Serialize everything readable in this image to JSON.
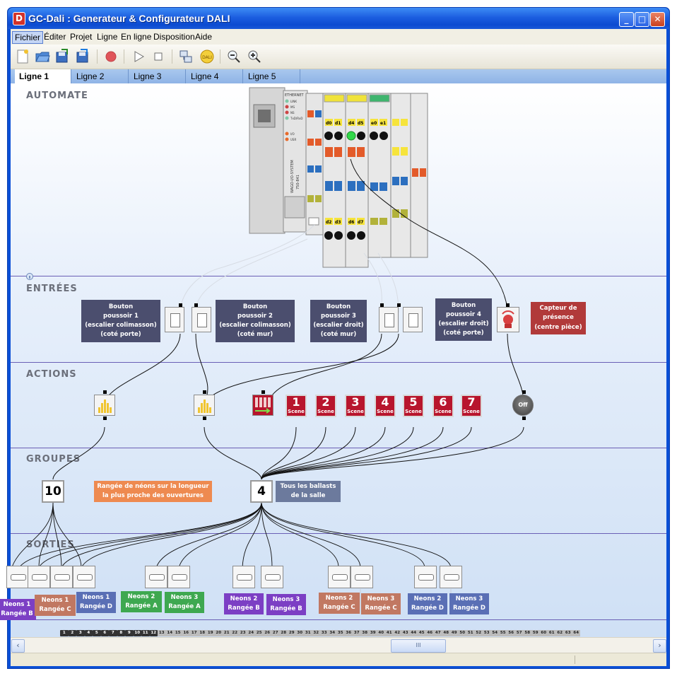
{
  "window": {
    "title": "GC-Dali : Generateur & Configurateur DALI",
    "app_icon": "D",
    "controls": [
      "minimize-icon",
      "maximize-icon",
      "close-icon"
    ]
  },
  "menubar": [
    "Fichier",
    "Éditer",
    "Projet",
    "Ligne",
    "En ligne",
    "Disposition",
    "Aide"
  ],
  "toolbar": [
    "new-icon",
    "open-icon",
    "save-icon",
    "save-as-icon",
    "record-icon",
    "play-icon",
    "stop-icon",
    "network-icon",
    "dali-lamp-icon",
    "zoom-out-icon",
    "zoom-in-icon"
  ],
  "tabs": [
    "Ligne 1",
    "Ligne 2",
    "Ligne 3",
    "Ligne 4",
    "Ligne 5"
  ],
  "active_tab": "Ligne 1",
  "sections": {
    "automate": "AUTOMATE",
    "entrees": "ENTRÉES",
    "actions": "ACTIONS",
    "groupes": "GROUPES",
    "sorties": "SORTIES"
  },
  "plc": {
    "panel_text": "ETHERNET",
    "leds": [
      "LINK",
      "MS",
      "NS",
      "TxD/RxD"
    ],
    "leds2": [
      "I/O",
      "USR"
    ],
    "model": "750-841",
    "brand": "WAGO-I/O-SYSTEM",
    "tags": [
      "d0",
      "d1",
      "d4",
      "d5",
      "e0",
      "e1",
      "d2",
      "d3",
      "d6",
      "d7"
    ]
  },
  "inputs": [
    {
      "name": "Bouton\npoussoir 1\n(escalier colimasson)\n(coté porte)"
    },
    {
      "name": "Bouton\npoussoir 2\n(escalier colimasson)\n(coté mur)"
    },
    {
      "name": "Bouton\npoussoir 3\n(escalier droit)\n(coté mur)"
    },
    {
      "name": "Bouton\npoussoir 4\n(escalier droit)\n(coté porte)"
    },
    {
      "name": "Capteur de\nprésence\n(centre pièce)"
    }
  ],
  "actions": {
    "scene_label": "Scene",
    "scenes": [
      "1",
      "2",
      "3",
      "4",
      "5",
      "6",
      "7"
    ],
    "off_label": "Off"
  },
  "groups": [
    {
      "number": "10",
      "label": "Rangée de néons sur la longueur\nla plus proche des ouvertures"
    },
    {
      "number": "4",
      "label": "Tous les ballasts\nde la salle"
    }
  ],
  "outputs": [
    {
      "label": "Neons 1\nRangée B"
    },
    {
      "label": "Neons 1\nRangée C"
    },
    {
      "label": "Neons 1\nRangée D"
    },
    {
      "label": "Neons 2\nRangée A"
    },
    {
      "label": "Neons 3\nRangée A"
    },
    {
      "label": "Neons 2\nRangée B"
    },
    {
      "label": "Neons 3\nRangée B"
    },
    {
      "label": "Neons 2\nRangée C"
    },
    {
      "label": "Neons 3\nRangée C"
    },
    {
      "label": "Neons 2\nRangée D"
    },
    {
      "label": "Neons 3\nRangée D"
    }
  ],
  "address_bar": {
    "used": [
      "1",
      "2",
      "3",
      "4",
      "5",
      "6",
      "7",
      "8",
      "9",
      "10",
      "11",
      "12"
    ],
    "free": [
      "13",
      "14",
      "15",
      "16",
      "17",
      "18",
      "19",
      "20",
      "21",
      "22",
      "23",
      "24",
      "25",
      "26",
      "27",
      "28",
      "29",
      "30",
      "31",
      "32",
      "33",
      "34",
      "35",
      "36",
      "37",
      "38",
      "39",
      "40",
      "41",
      "42",
      "43",
      "44",
      "45",
      "46",
      "47",
      "48",
      "49",
      "50",
      "51",
      "52",
      "53",
      "54",
      "55",
      "56",
      "57",
      "58",
      "59",
      "60",
      "61",
      "62",
      "63",
      "64"
    ]
  },
  "scroll_thumb": "III",
  "colors": {
    "input_label": "#4b4e6e",
    "sensor_label": "#b13a3a",
    "group10_label": "#ee8a50",
    "group4_label": "#6c7a9d",
    "scene": "#b8152d",
    "section_line": "#6a5fb5",
    "titlebar": "#0c4bd1"
  }
}
